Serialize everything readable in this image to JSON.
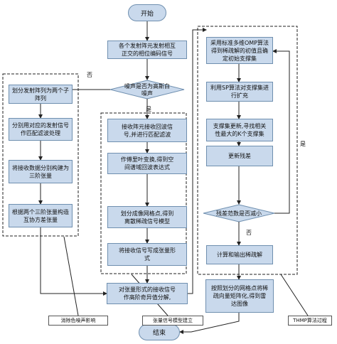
{
  "start": "开始",
  "end": "结束",
  "nodes": {
    "phase_encode": [
      "各个发射阵元发射相互",
      "正交的相位编码信号"
    ],
    "noise_decision": [
      "噪声是否为高斯白",
      "噪声"
    ],
    "partition": [
      "划分发射阵列为两个子",
      "阵列"
    ],
    "matched_each": [
      "分别用对应的发射信号",
      "作匹配滤波处理"
    ],
    "build_3rd_tensor": [
      "将接收数据分别构建为",
      "三阶张量"
    ],
    "cross_cov": [
      "根据两个三阶张量构造",
      "互协方差张量"
    ],
    "recv_matched": [
      "接收阵元接收回波信",
      "号,并进行匹配滤波"
    ],
    "fourier": [
      "作傅里叶变换,得到空",
      "间谱域回波表达式"
    ],
    "grid": [
      "划分成像网格点,得到",
      "离散稀疏信号模型"
    ],
    "tensor_form": [
      "将接收信号写成张量形",
      "式"
    ],
    "hosvd": [
      "对张量形式的接收信号",
      "作高阶奇异值分解,"
    ],
    "omp_init": [
      "采用标准多维OMP算法",
      "得到稀疏解的初值且确",
      "定初始支撑集"
    ],
    "sp_expand": [
      "利用SP算法对支撑集进",
      "行扩充"
    ],
    "support_update": [
      "支撑集更新,寻找相关",
      "性最大的K个支撑集"
    ],
    "residual_update": [
      "更新残差"
    ],
    "residual_decision": [
      "残差范数是否减小"
    ],
    "sparse_solution": [
      "计算和输出稀疏解"
    ],
    "radar_image": [
      "按照划分的网格点将稀",
      "疏向量矩阵化,得到雷",
      "达图像"
    ]
  },
  "edge_labels": {
    "no_left": "否",
    "yes_down": "是",
    "yes_right": "是",
    "no_down": "否"
  },
  "callouts": {
    "noise_suppression": "消除色噪声影响",
    "tensor_model": "张量信号模型建立",
    "thmp": "THMP算法过程"
  }
}
